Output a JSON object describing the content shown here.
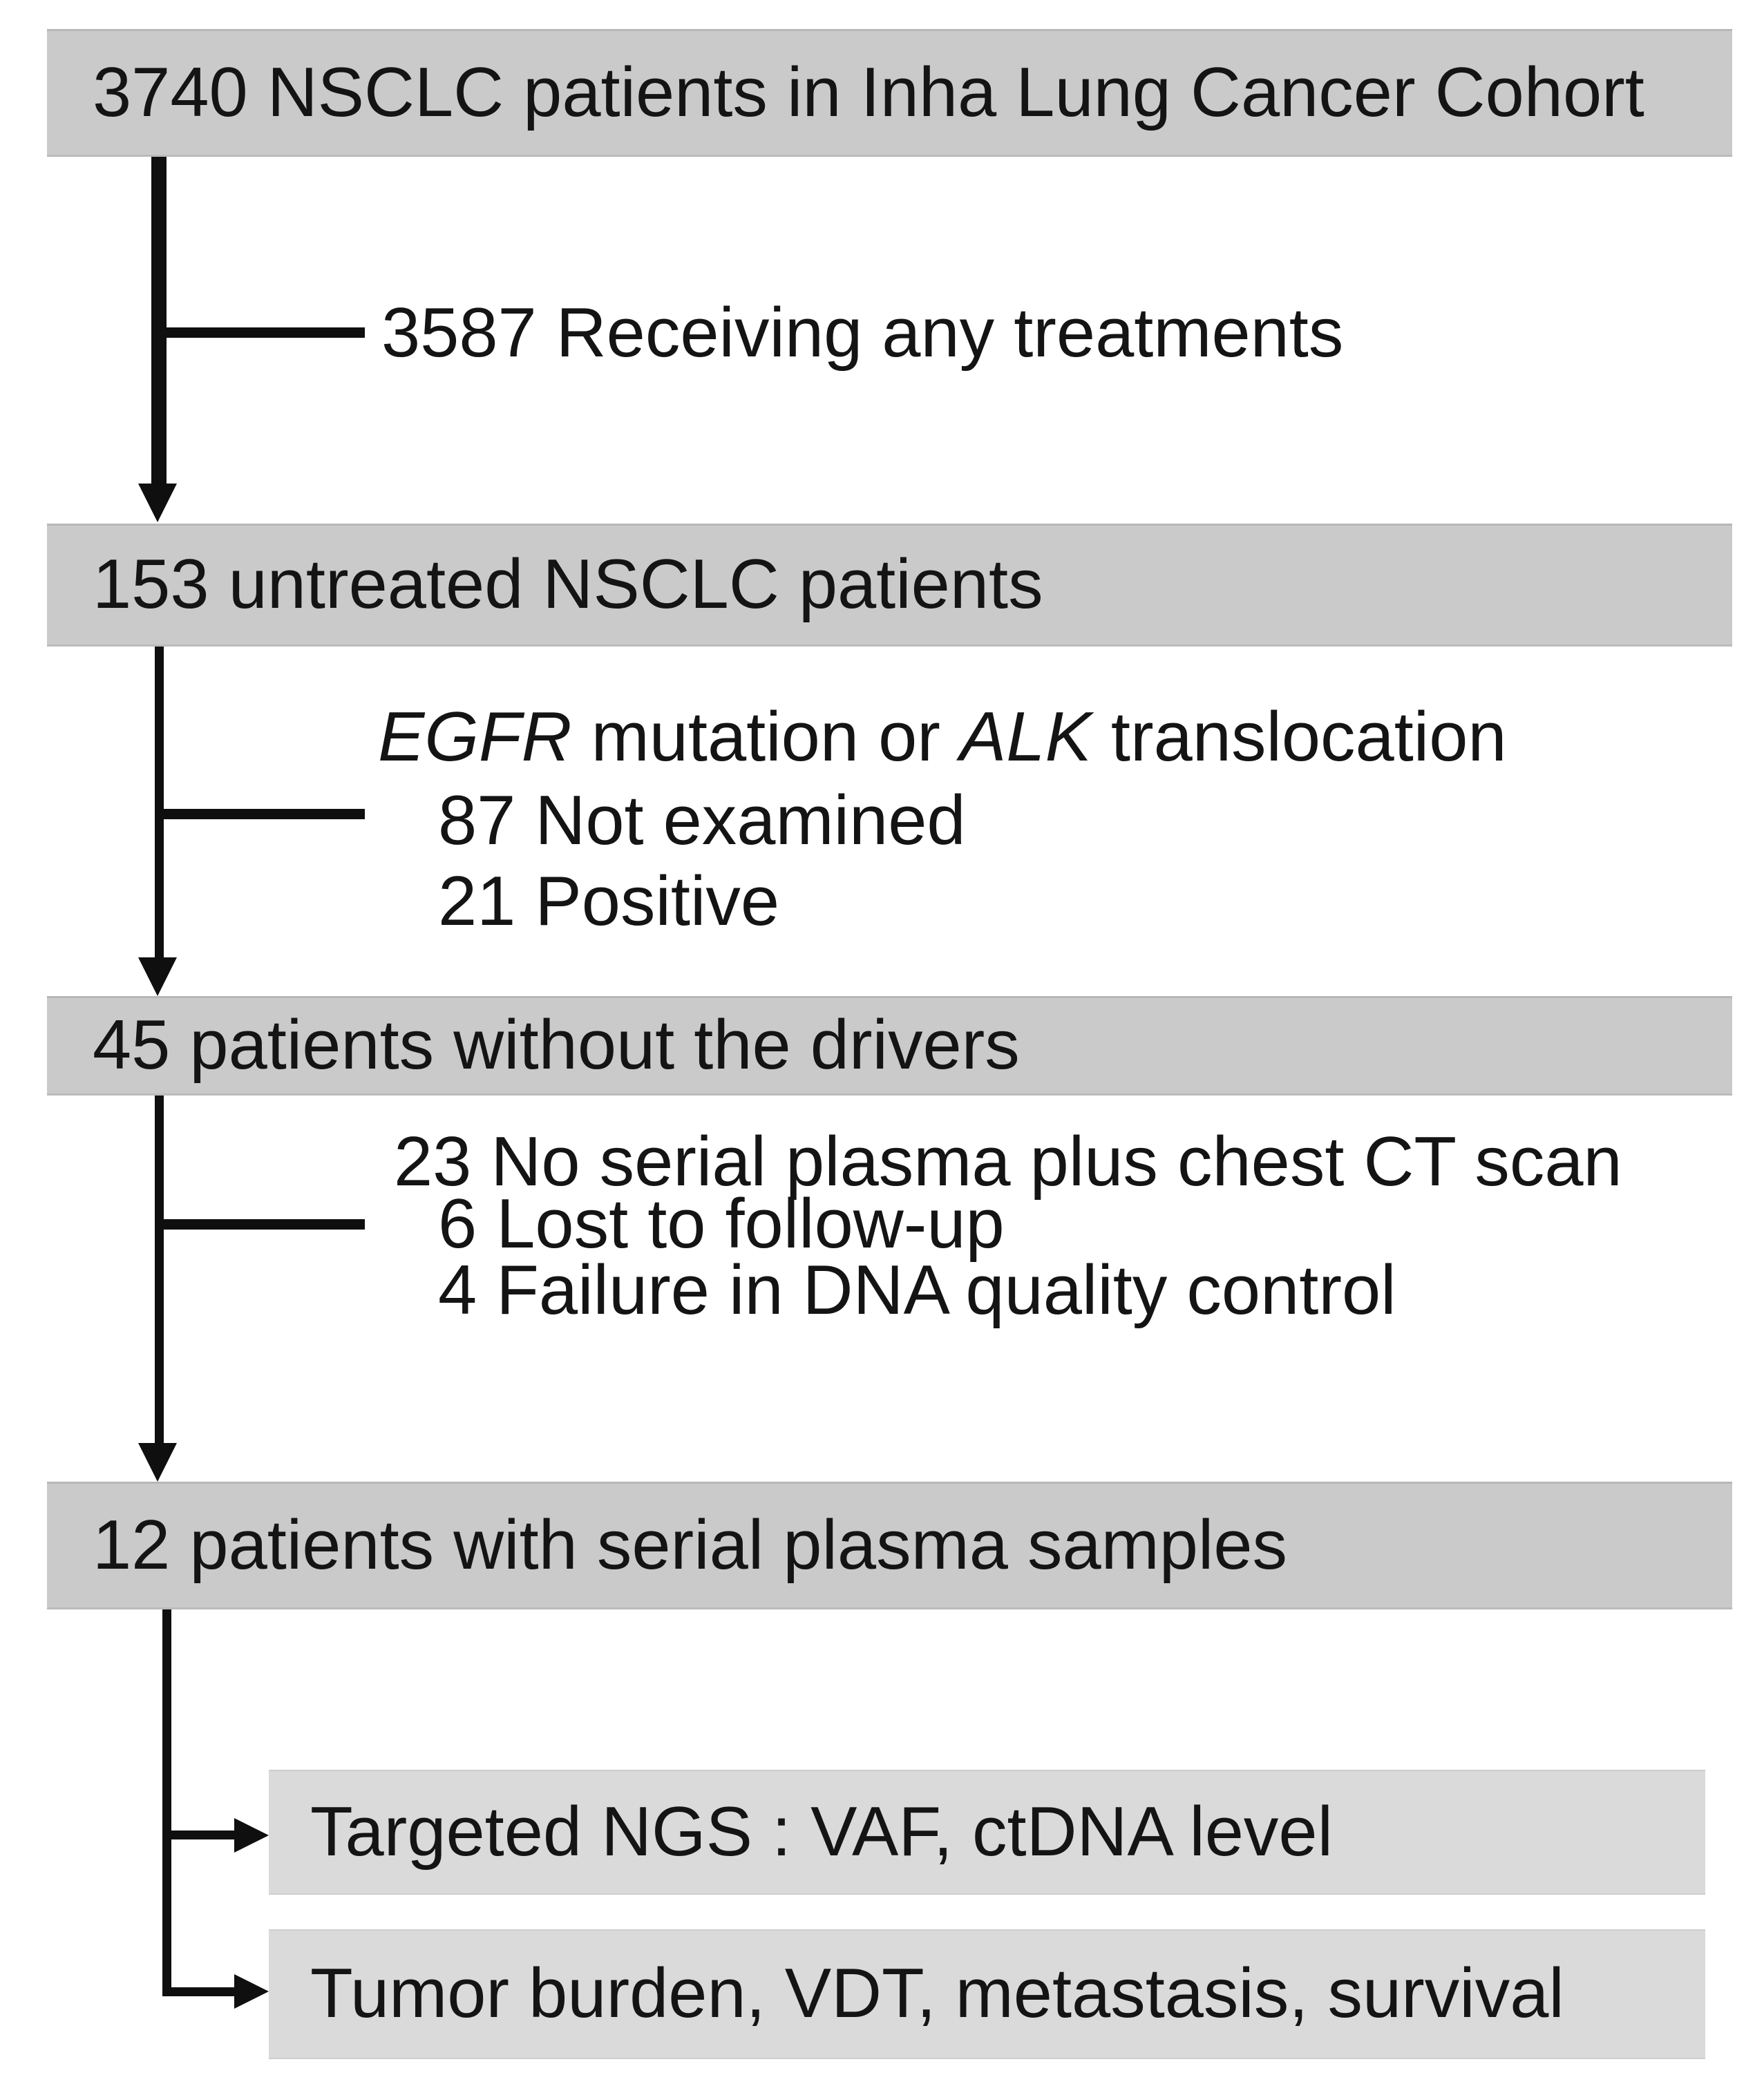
{
  "boxes": {
    "cohort": "3740 NSCLC patients in Inha Lung Cancer Cohort",
    "untreated": "153 untreated NSCLC patients",
    "no_drivers": "45 patients without the drivers",
    "serial_plasma": "12 patients with serial plasma samples",
    "targeted_ngs": "Targeted NGS : VAF, ctDNA level",
    "tumor_burden": "Tumor burden, VDT, metastasis, survival"
  },
  "branches": {
    "treatments": "3587 Receiving any treatments",
    "egfr_header": {
      "gene1": "EGFR",
      "mid": " mutation or ",
      "gene2": "ALK",
      "tail": " translocation"
    },
    "not_examined": "87 Not examined",
    "positive": "21 Positive",
    "no_serial": "23 No serial plasma plus chest CT scan",
    "lost_followup": "6 Lost to follow-up",
    "dna_qc": "4 Failure in DNA quality control"
  },
  "colors": {
    "stage_box_fill": "#cacaca",
    "result_box_fill": "#dadada",
    "line": "#0f0f0f",
    "text": "#141414",
    "background": "#ffffff"
  }
}
